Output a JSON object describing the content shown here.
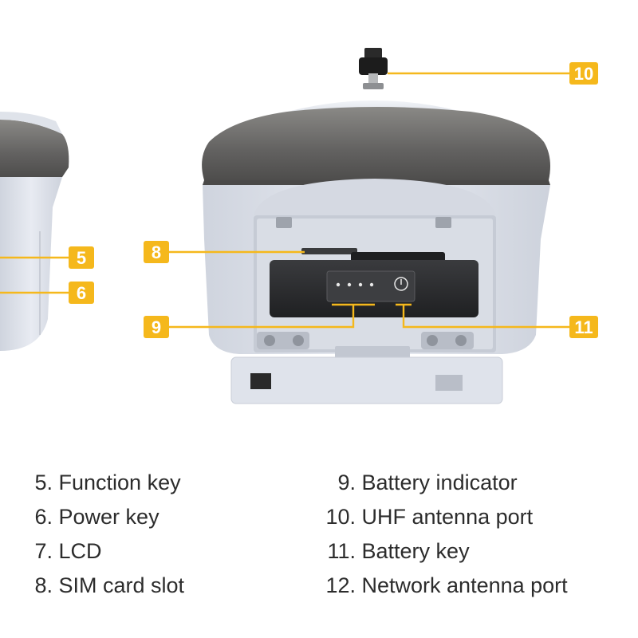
{
  "colors": {
    "accent": "#f5b81c",
    "dome": "#6b6a68",
    "body": "#e4e8f0",
    "battery": "#2a2b2d",
    "text": "#2c2c2c"
  },
  "callouts": [
    {
      "label": "5"
    },
    {
      "label": "6"
    },
    {
      "label": "8"
    },
    {
      "label": "9"
    },
    {
      "label": "10"
    },
    {
      "label": "11"
    }
  ],
  "legend": {
    "left": [
      {
        "num": "5.",
        "text": "Function key"
      },
      {
        "num": "6.",
        "text": "Power key"
      },
      {
        "num": "7.",
        "text": "LCD"
      },
      {
        "num": "8.",
        "text": "SIM card slot"
      }
    ],
    "right": [
      {
        "num": "9.",
        "text": "Battery indicator"
      },
      {
        "num": "10.",
        "text": "UHF antenna port"
      },
      {
        "num": "11.",
        "text": "Battery key"
      },
      {
        "num": "12.",
        "text": "Network antenna port"
      }
    ]
  }
}
